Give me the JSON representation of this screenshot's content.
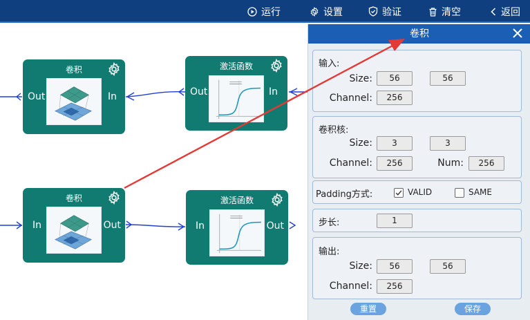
{
  "toolbar": {
    "run_label": "运行",
    "settings_label": "设置",
    "verify_label": "验证",
    "clear_label": "清空",
    "back_label": "返回"
  },
  "nodes": [
    {
      "title": "卷积",
      "left_port": "Out",
      "right_port": "In"
    },
    {
      "title": "激活函数",
      "left_port": "Out",
      "right_port": "In"
    },
    {
      "title": "卷积",
      "left_port": "In",
      "right_port": "Out"
    },
    {
      "title": "激活函数",
      "left_port": "In",
      "right_port": "Out"
    }
  ],
  "panel": {
    "title": "卷积",
    "input": {
      "label": "输入:",
      "size_label": "Size:",
      "size_w": "56",
      "size_h": "56",
      "channel_label": "Channel:",
      "channel": "256"
    },
    "kernel": {
      "label": "卷积核:",
      "size_label": "Size:",
      "size_w": "3",
      "size_h": "3",
      "channel_label": "Channel:",
      "channel": "256",
      "num_label": "Num:",
      "num": "256"
    },
    "padding": {
      "label": "Padding方式:",
      "valid_label": "VALID",
      "same_label": "SAME",
      "valid_checked": true,
      "same_checked": false
    },
    "stride": {
      "label": "步长:",
      "value": "1"
    },
    "output": {
      "label": "输出:",
      "size_label": "Size:",
      "size_w": "56",
      "size_h": "56",
      "channel_label": "Channel:",
      "channel": "256"
    },
    "reset_label": "重置",
    "save_label": "保存"
  },
  "colors": {
    "topbar": "#0f3f7f",
    "node": "#117b72",
    "panel_header": "#1a5fb4",
    "link": "#1f3fd6",
    "annotation_arrow": "#e53935"
  }
}
